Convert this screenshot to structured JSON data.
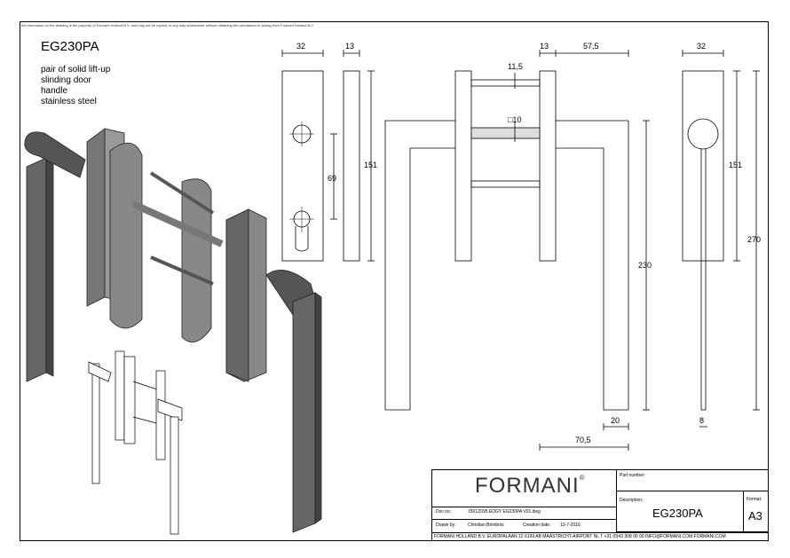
{
  "copyright": "All information on the drawing is the property of Formani Holland B.V. and may not be copied, in any way whatsoever without obtaining the permission in writing from Formani Holland B.V.",
  "product": {
    "code": "EG230PA",
    "description": [
      "pair of solid lift-up",
      "slinding door",
      "handle",
      "stainless steel"
    ]
  },
  "dimensions": {
    "plate_width": "32",
    "plate_depth": "13",
    "hole_spacing": "69",
    "plate_height": "151",
    "side_depth": "13",
    "offset": "57,5",
    "pin_spacing": "11,5",
    "square_spindle": "□10",
    "lever_height": "230",
    "lever_width": "20",
    "projection": "70,5",
    "front_width": "32",
    "front_plate_height": "151",
    "total_length": "270",
    "bar_width": "8"
  },
  "title_block": {
    "logo": "FORMANI",
    "logo_mark": "®",
    "part_number_label": "Part number:",
    "part_number": "",
    "description_label": "Description:",
    "description": "EG230PA",
    "format_label": "Format:",
    "format": "A3",
    "doc_no_label": "Doc no.:",
    "doc_no": "1501Z095 EDGY EG230PA V01.dwg",
    "drawn_by_label": "Drawn by:",
    "drawn_by": "Christian Brimbois",
    "creation_date_label": "Creation date:",
    "creation_date": "13-7-2016",
    "footer": "FORMANI HOLLAND B.V.  EUROPALAAN 12  6199 AB MAASTRICHT-AIRPORT NL  T +31 (0)43 308 90 00 INFO@FORMANI.COM FORMANI.COM"
  }
}
